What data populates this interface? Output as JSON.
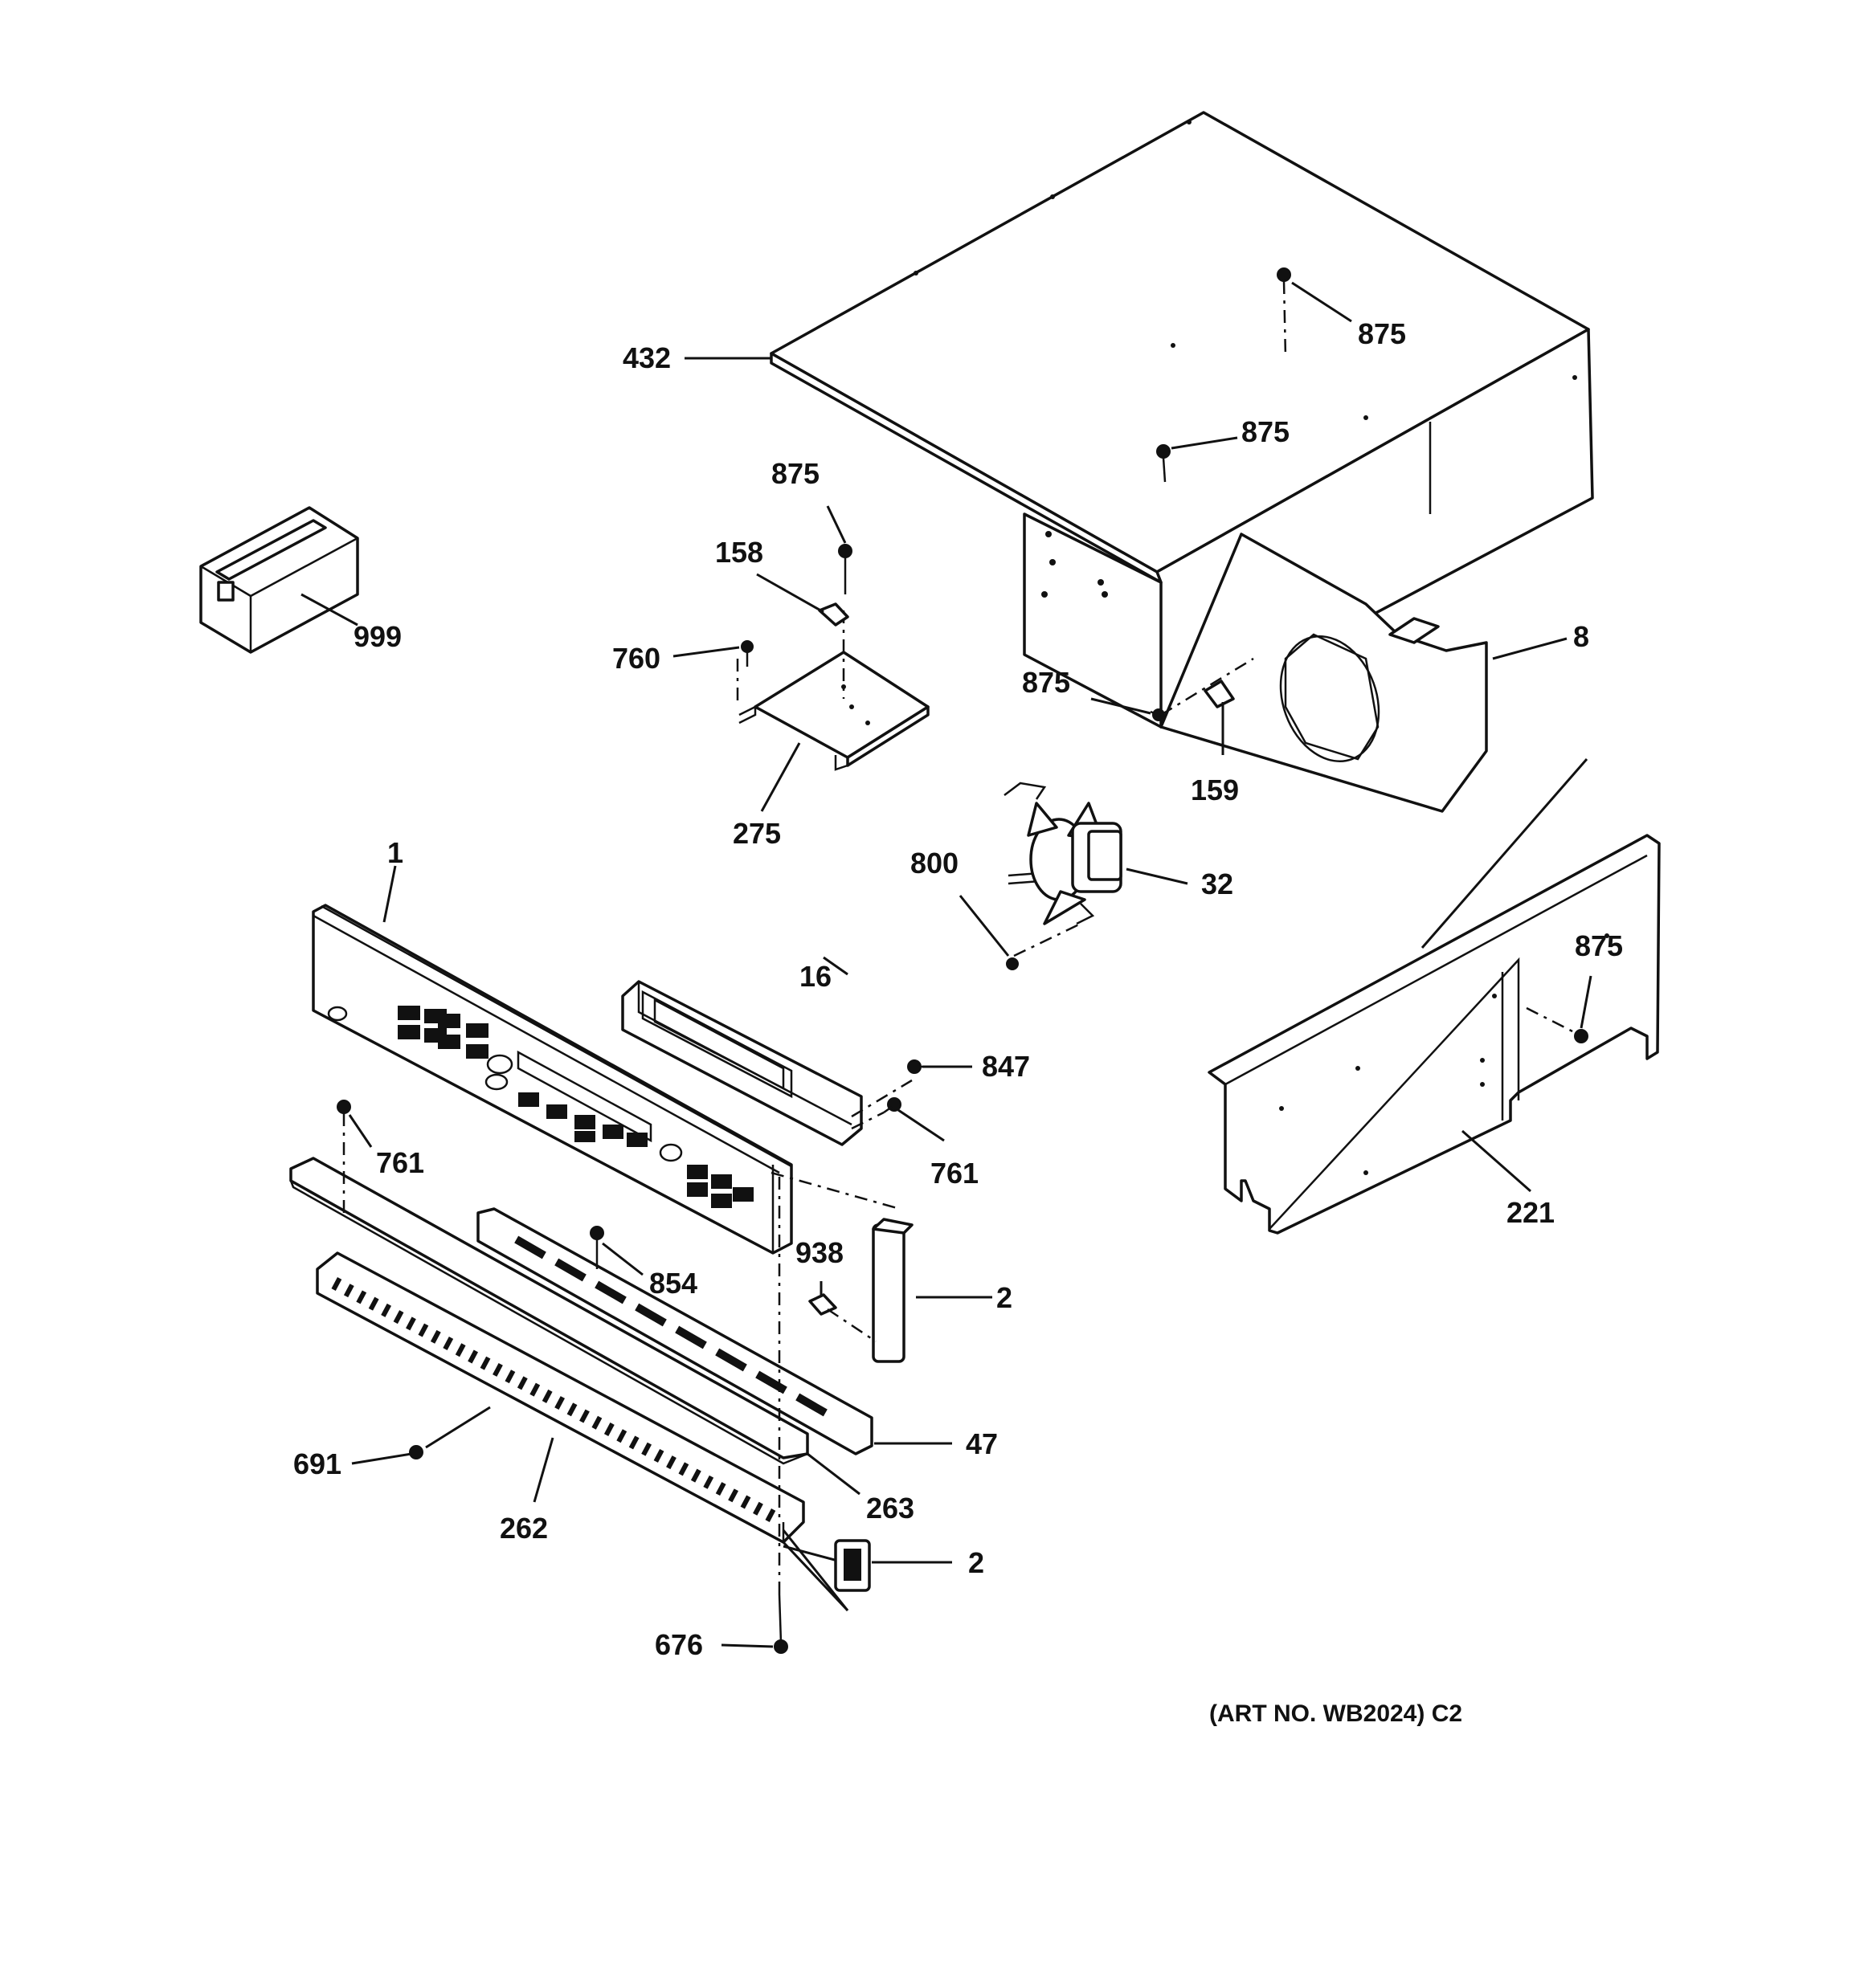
{
  "diagram": {
    "art_number": "(ART NO. WB2024) C2",
    "labels": {
      "top_cover": "432",
      "top_screw_a": "875",
      "top_screw_b": "875",
      "bracket_screw": "875",
      "bracket_clip": "158",
      "bracket_screw_side": "760",
      "mount_bracket": "275",
      "package": "999",
      "rear_panel": "8",
      "clip_screw": "875",
      "clip": "159",
      "fan_motor": "32",
      "fan_screw": "800",
      "side_panel": "221",
      "side_panel_screw": "875",
      "control_panel": "1",
      "control_board": "16",
      "board_screw": "847",
      "board_screw_b": "761",
      "panel_screw": "761",
      "trim_screw": "854",
      "clip_nut": "938",
      "end_cap_top": "2",
      "vent_trim": "47",
      "handle_trim": "263",
      "vent_grille": "262",
      "grille_screw": "691",
      "end_cap_bottom": "2",
      "bottom_screw": "676"
    }
  }
}
